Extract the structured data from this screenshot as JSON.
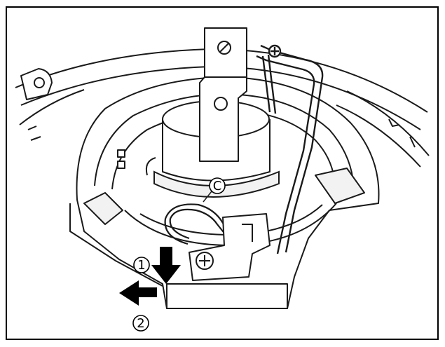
{
  "figure": {
    "callouts": {
      "step_1": "1",
      "step_2": "2",
      "part_c": "C"
    },
    "colors": {
      "line": "#1a1a1a",
      "fill_light": "#ffffff",
      "fill_shade": "#f2f2f2",
      "frame": "#000000"
    },
    "icons": [
      "arrow-down-icon",
      "arrow-left-icon"
    ]
  }
}
